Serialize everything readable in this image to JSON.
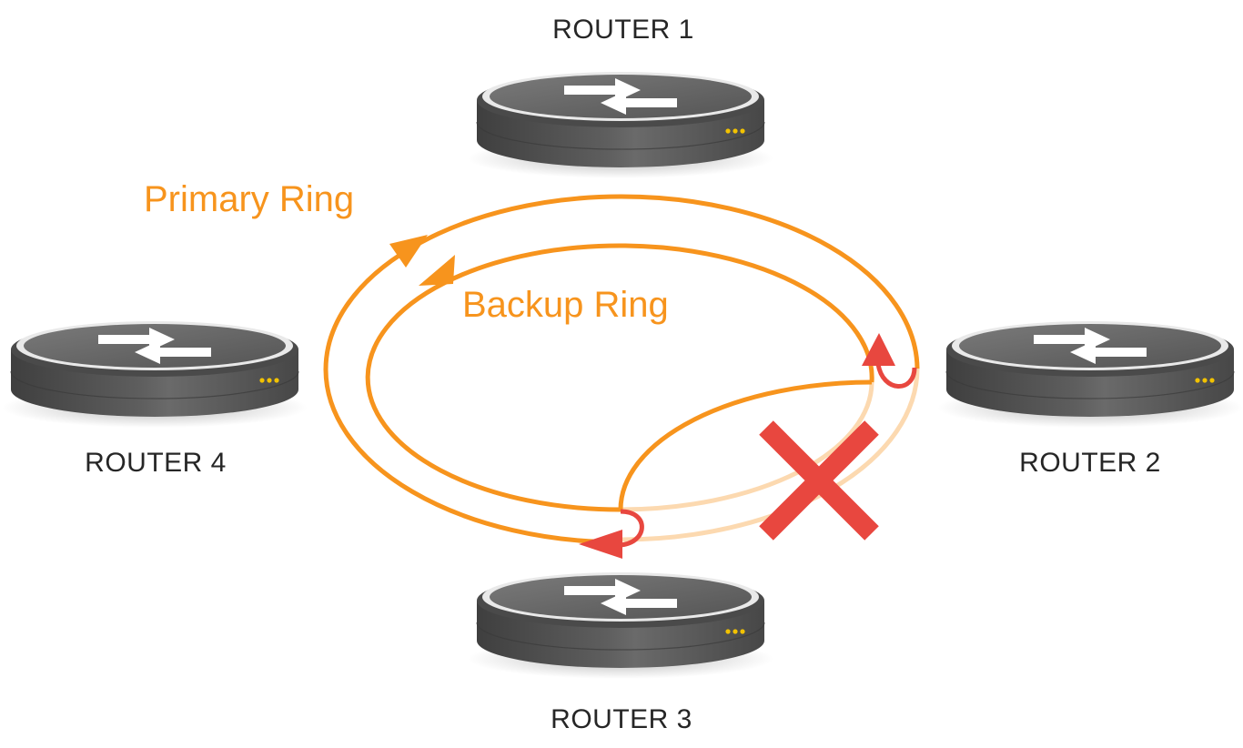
{
  "routers": [
    {
      "label": "ROUTER 1"
    },
    {
      "label": "ROUTER 2"
    },
    {
      "label": "ROUTER 3"
    },
    {
      "label": "ROUTER 4"
    }
  ],
  "rings": {
    "primary_label": "Primary Ring",
    "backup_label": "Backup Ring"
  },
  "colors": {
    "ring": "#f7941d",
    "ring_faded": "#fcd9b0",
    "failure": "#e8473f",
    "router_body": "#5a5a5a",
    "router_top": "#6e6e6e",
    "label_text": "#262626"
  },
  "icons": {
    "router": "router-arrows-icon",
    "failure": "red-x-failure-icon",
    "loopback": "red-loopback-arrow-icon"
  }
}
